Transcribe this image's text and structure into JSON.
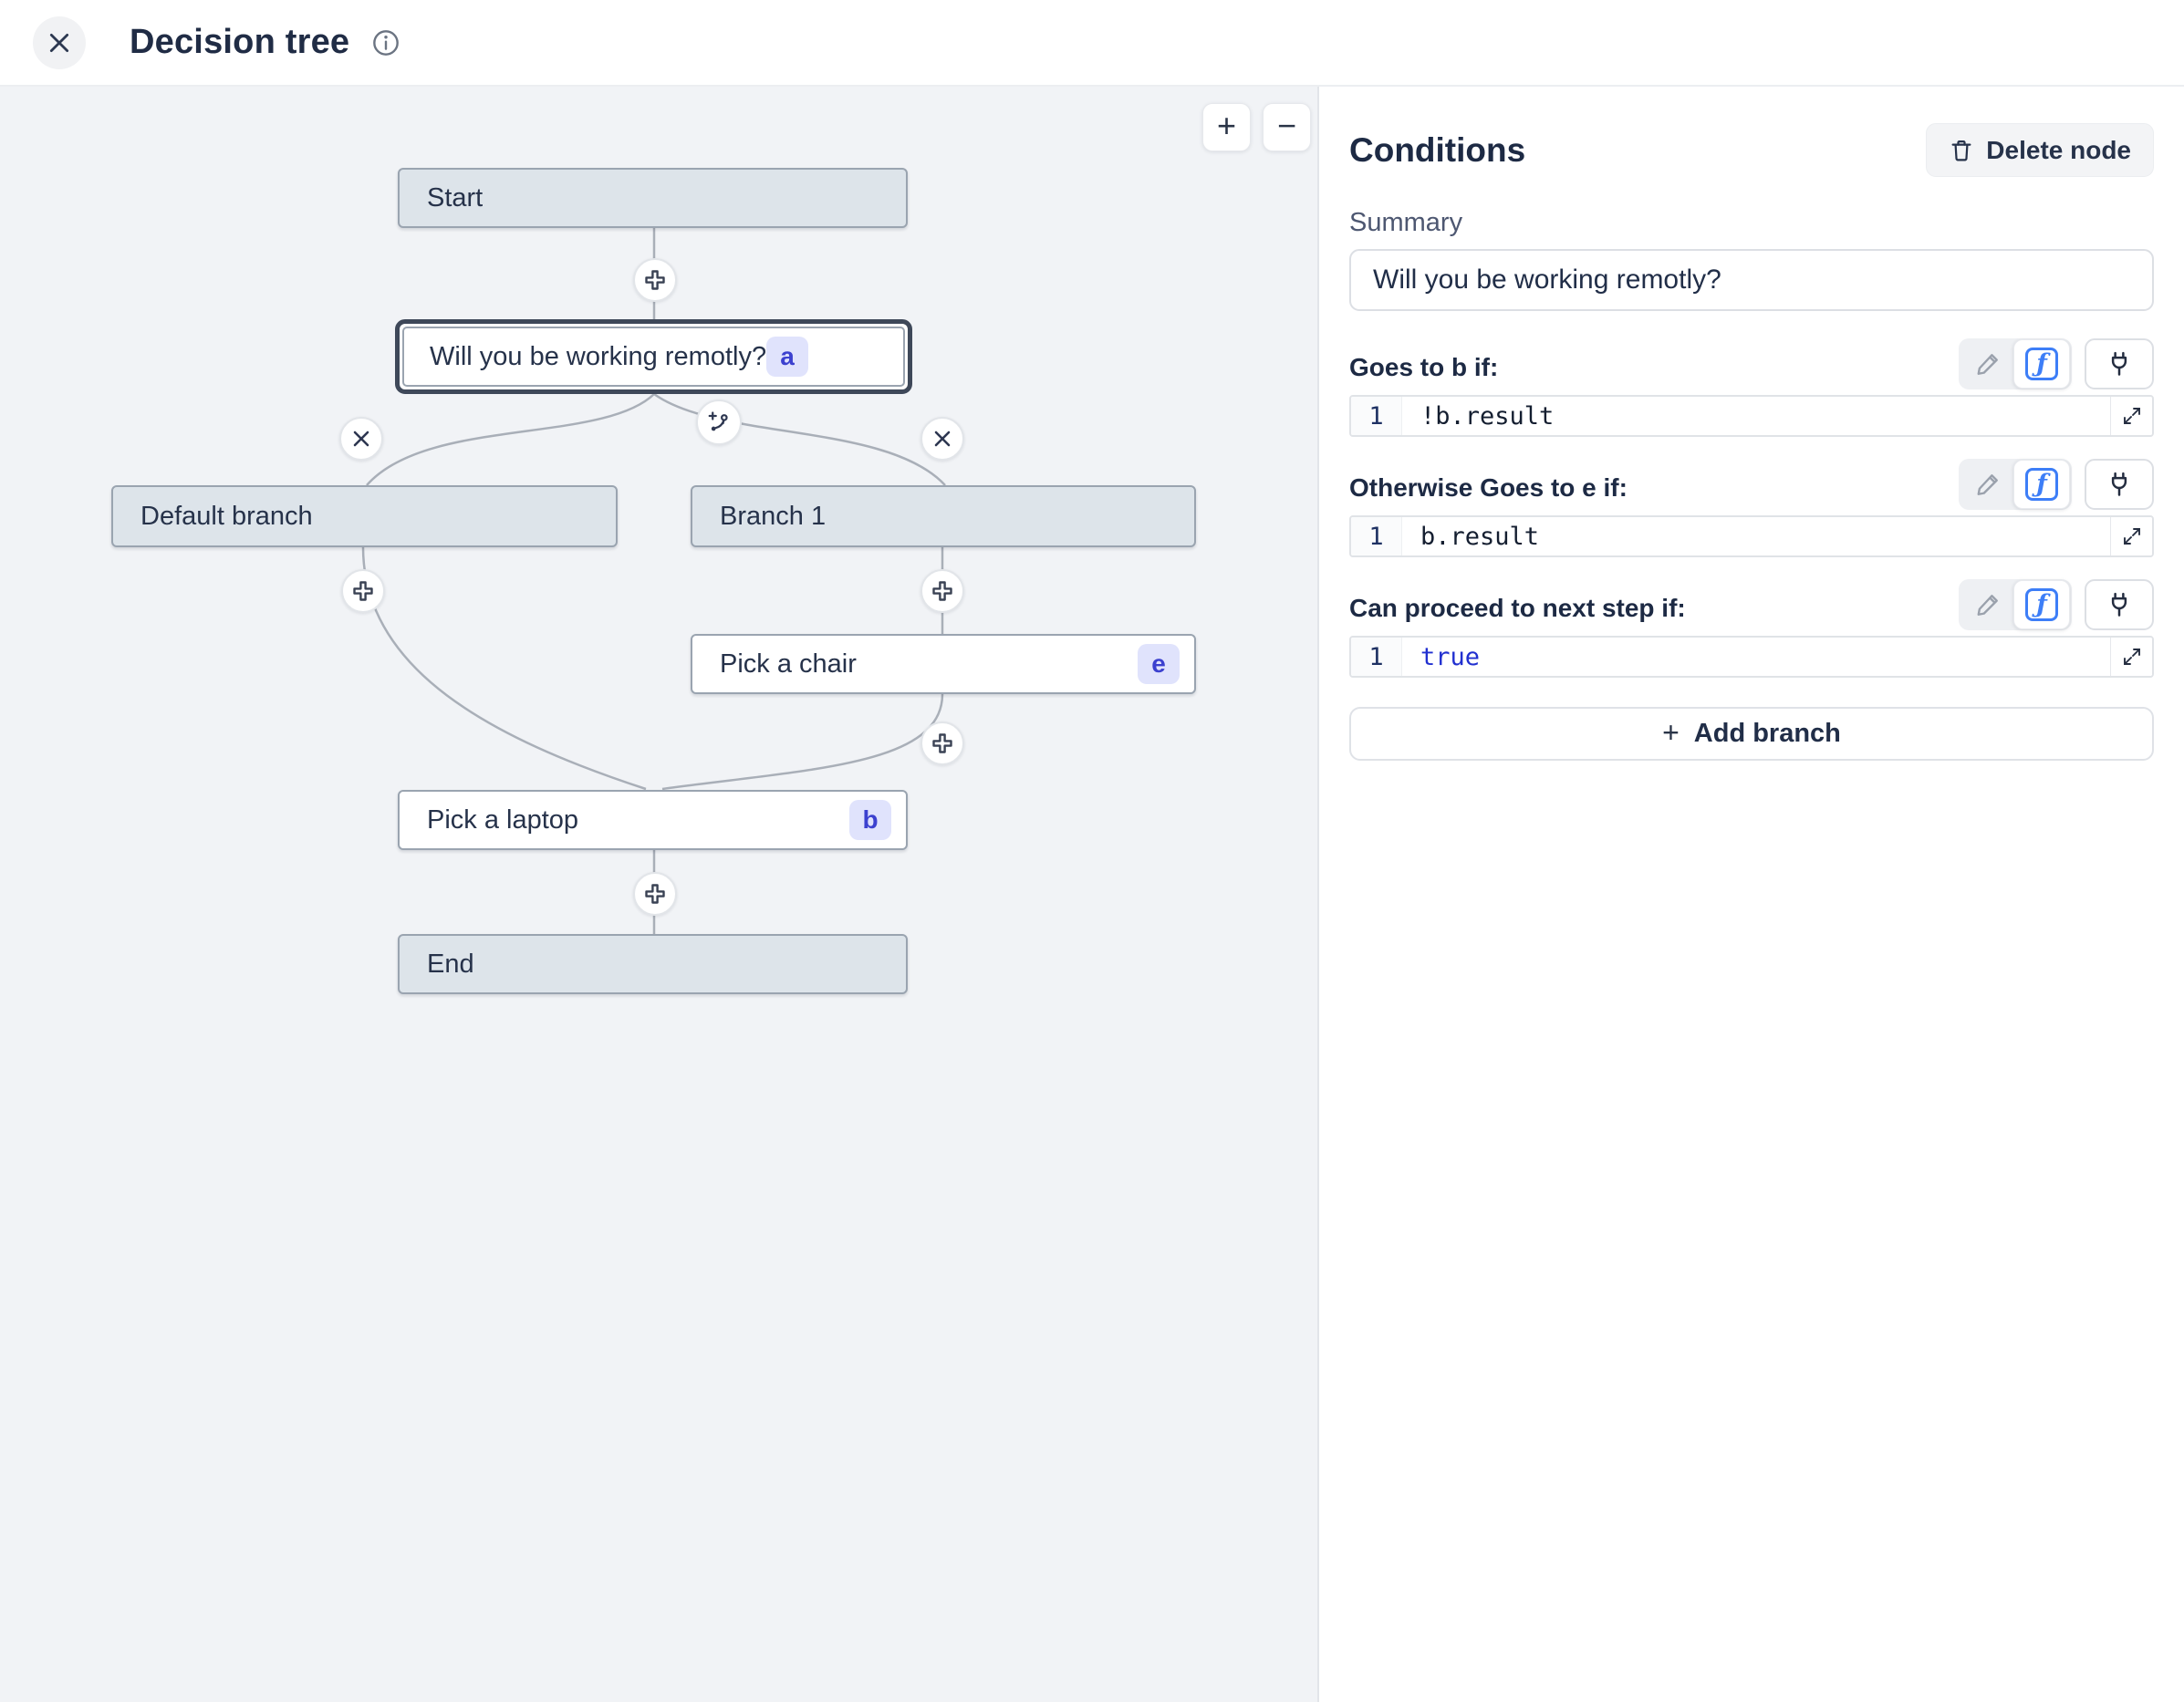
{
  "header": {
    "title": "Decision tree"
  },
  "canvas": {
    "zoom_in": "+",
    "zoom_out": "−",
    "nodes": {
      "start": {
        "label": "Start"
      },
      "question": {
        "label": "Will you be working remotly?",
        "badge": "a"
      },
      "default_branch": {
        "label": "Default branch"
      },
      "branch_1": {
        "label": "Branch 1"
      },
      "pick_chair": {
        "label": "Pick a chair",
        "badge": "e"
      },
      "pick_laptop": {
        "label": "Pick a laptop",
        "badge": "b"
      },
      "end": {
        "label": "End"
      }
    }
  },
  "panel": {
    "title": "Conditions",
    "delete_button_label": "Delete node",
    "summary_label": "Summary",
    "summary_value": "Will you be working remotly?",
    "conditions": [
      {
        "label": "Goes to b if:",
        "line": "1",
        "code": "!b.result"
      },
      {
        "label": "Otherwise Goes to e if:",
        "line": "1",
        "code": "b.result"
      },
      {
        "label": "Can proceed to next step if:",
        "line": "1",
        "code": "true"
      }
    ],
    "add_branch_plus": "+",
    "add_branch_label": "Add branch"
  },
  "icons": {
    "close": "x",
    "info": "i",
    "zoom_in": "+",
    "zoom_out": "−",
    "add_node": "plus-circle",
    "remove_branch": "x-circle",
    "add_branch_node": "branch-plus",
    "delete": "trash",
    "edit": "pencil",
    "fx": "ƒ",
    "plug": "plug",
    "expand": "expand-arrows"
  },
  "colors": {
    "canvas_bg": "#f1f3f6",
    "node_gray": "#dde4ea",
    "node_border": "#9aa4b0",
    "selected_border": "#3e4859",
    "badge_bg": "#e0e3fc",
    "badge_text": "#3c41cf",
    "accent_blue": "#3d7ef7",
    "keyword_blue": "#2130d0",
    "edge": "#a9afb8"
  }
}
